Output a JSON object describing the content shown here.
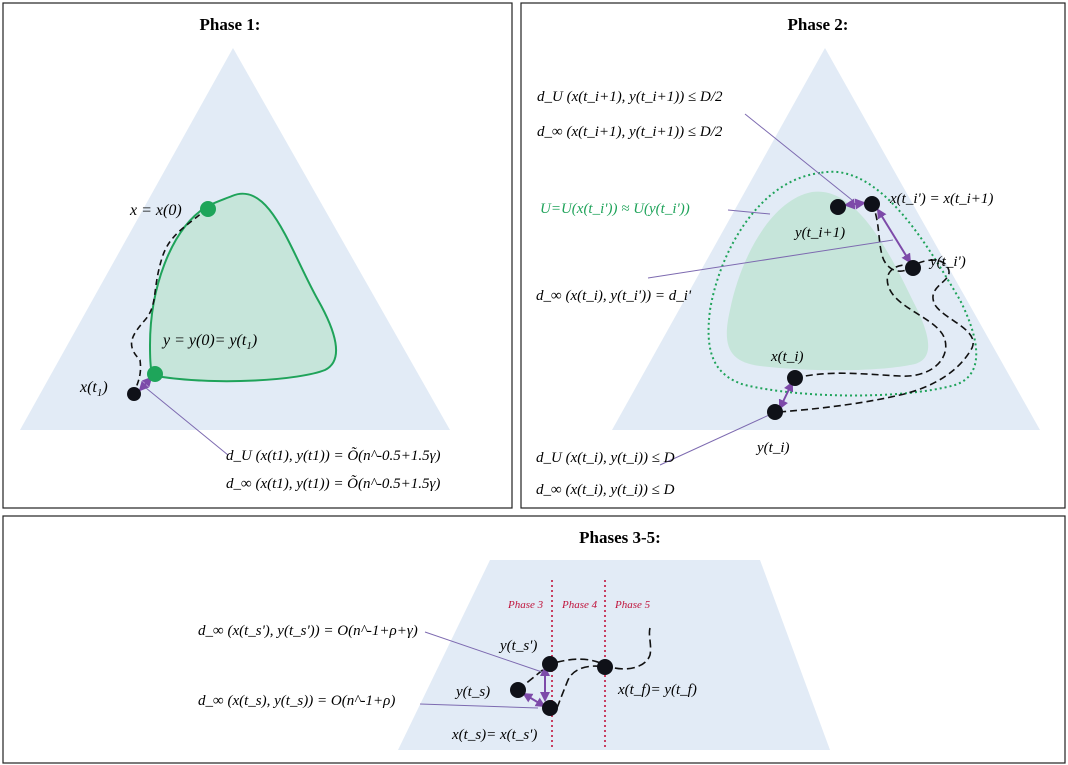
{
  "colors": {
    "background_shape": "#e2ebf6",
    "set_fill": "#c6e5da",
    "set_stroke": "#1fa35a",
    "green_point": "#1ea55a",
    "point": "#0f1118",
    "arrow": "#7d4aa9",
    "phase_line": "#c0143c",
    "frame": "#222222"
  },
  "panel1": {
    "title": "Phase 1:",
    "lbl_x": "x = x(0)",
    "lbl_y": "y = y(0)= y(t",
    "lbl_y_sub": "1",
    "lbl_y_end": ")",
    "lbl_xt1": "x(t",
    "lbl_xt1_sub": "1",
    "lbl_xt1_end": ")",
    "formula_u": "d_U (x(t1), y(t1)) = Õ(n^-0.5+1.5γ)",
    "formula_inf": "d_∞ (x(t1), y(t1)) = Õ(n^-0.5+1.5γ)"
  },
  "panel2": {
    "title": "Phase 2:",
    "formula_top_u": "d_U (x(t_i+1), y(t_i+1)) ≤ D/2",
    "formula_top_inf": "d_∞ (x(t_i+1), y(t_i+1)) ≤ D/2",
    "lbl_U": "U=U(x(t_i')) ≈ U(y(t_i'))",
    "lbl_xti_prime": "x(t_i') = x(t_i+1)",
    "lbl_yti1": "y(t_i+1)",
    "lbl_yti_prime": "y(t_i')",
    "formula_mid": "d_∞ (x(t_i), y(t_i')) = d_i'",
    "lbl_xti": "x(t_i)",
    "lbl_yti": "y(t_i)",
    "formula_bot_u": "d_U (x(t_i), y(t_i)) ≤ D",
    "formula_bot_inf": "d_∞ (x(t_i), y(t_i)) ≤ D"
  },
  "panel3": {
    "title": "Phases 3-5:",
    "phase3": "Phase 3",
    "phase4": "Phase 4",
    "phase5": "Phase 5",
    "formula_top": "d_∞ (x(t_s'), y(t_s')) = O(n^-1+ρ+γ)",
    "formula_bot": "d_∞ (x(t_s), y(t_s)) = O(n^-1+ρ)",
    "lbl_yts_prime": "y(t_s')",
    "lbl_yts": "y(t_s)",
    "lbl_xts": "x(t_s)= x(t_s')",
    "lbl_xtf": "x(t_f)= y(t_f)"
  }
}
